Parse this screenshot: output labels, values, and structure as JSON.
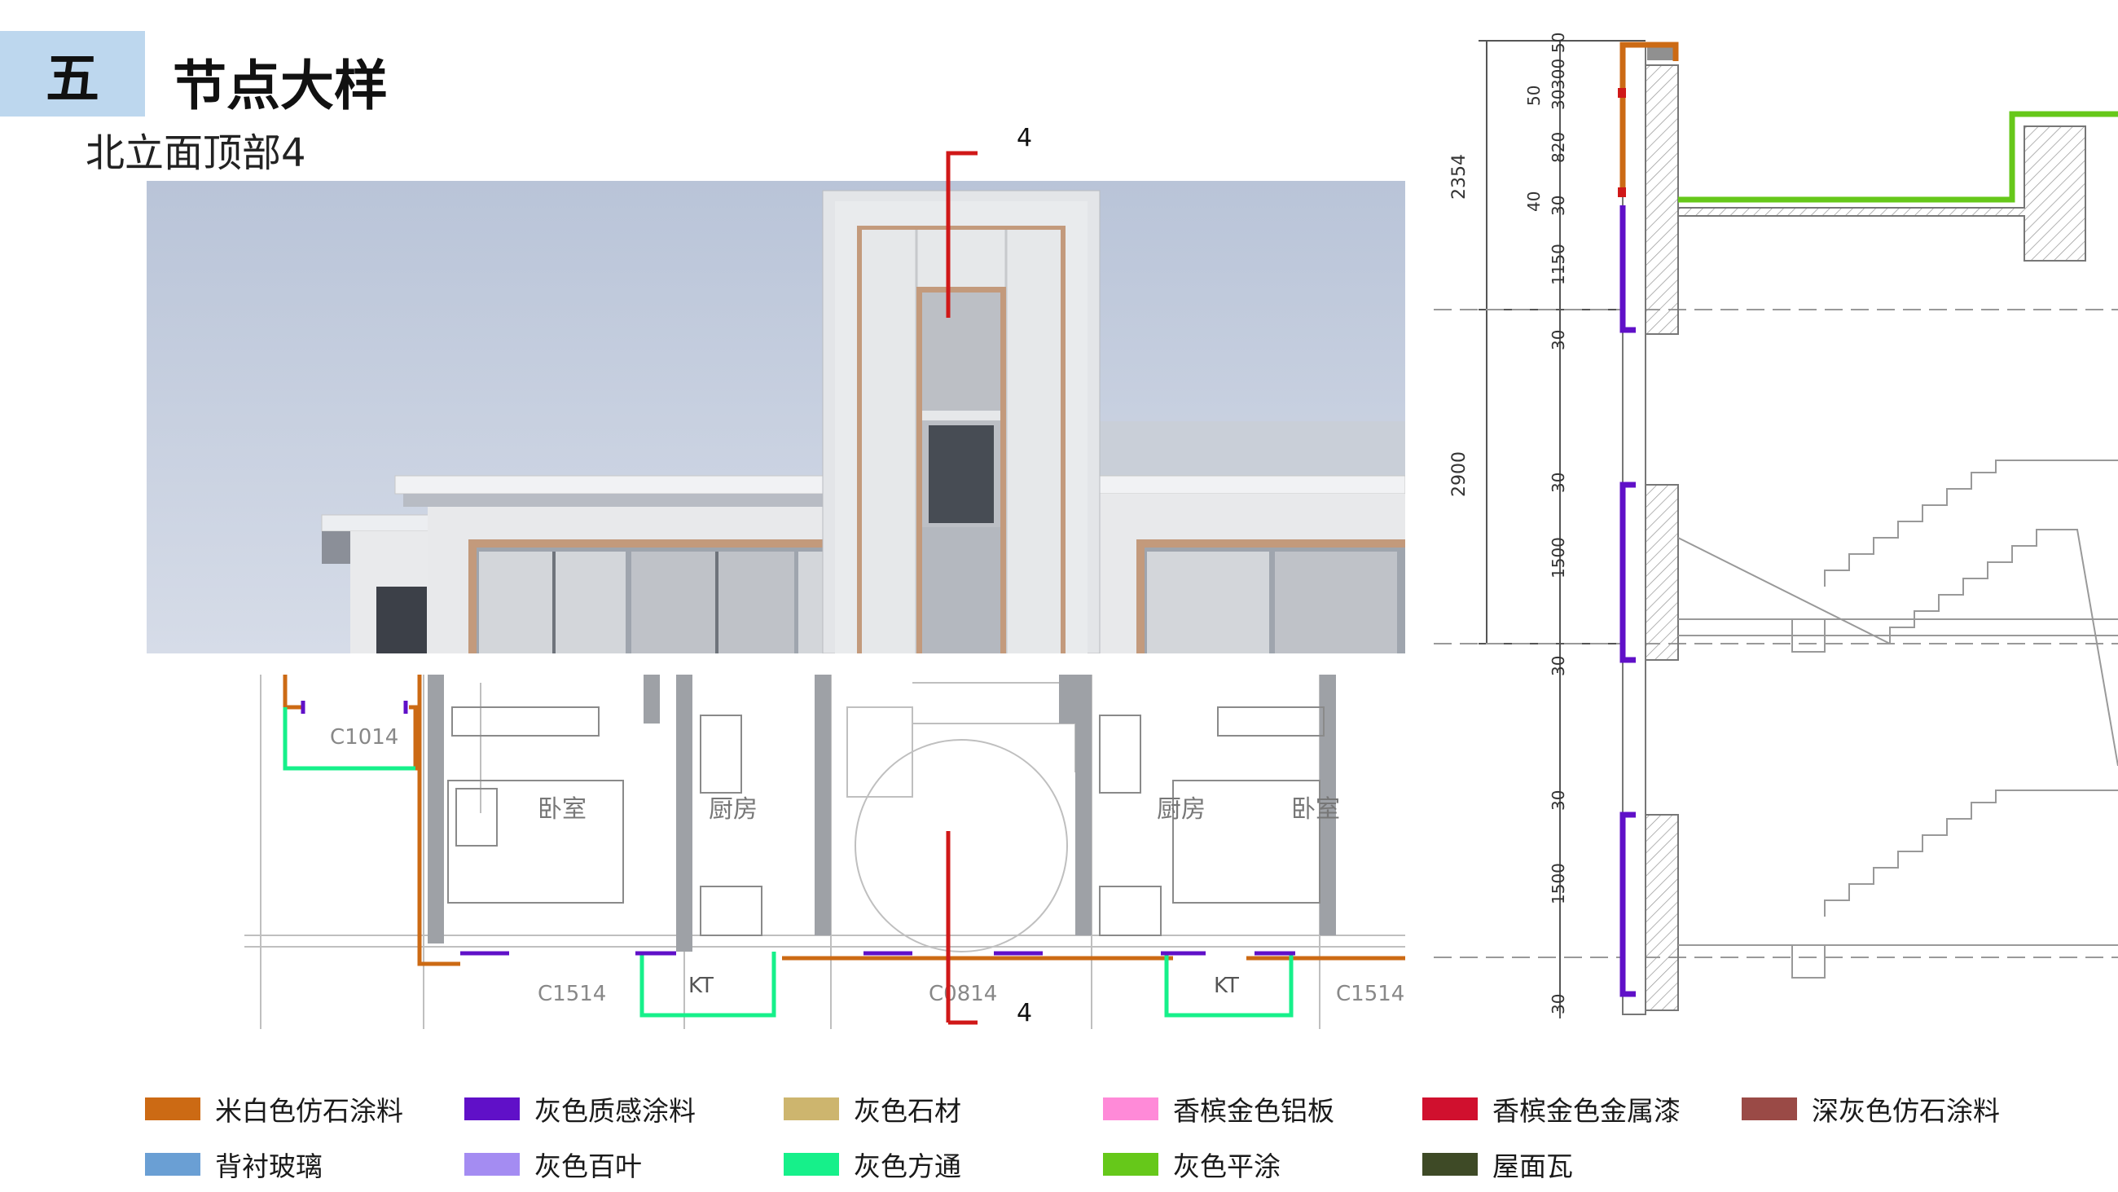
{
  "chapter": {
    "number": "五",
    "title": "节点大样"
  },
  "subtitle": "北立面顶部4",
  "section_mark": {
    "label": "4",
    "color": "#d01818"
  },
  "plan_labels": {
    "room_bedroom": "卧室",
    "room_kitchen": "厨房",
    "window_c1014": "C1014",
    "window_c1514": "C1514",
    "door_c0814": "C0814",
    "ac_kt": "KT"
  },
  "section_dims": {
    "left_stack": [
      "2354",
      "2900"
    ],
    "top_stack": [
      "50",
      "300",
      "50",
      "30",
      "820",
      "40",
      "30",
      "1150",
      "30"
    ],
    "mid_stack": [
      "30",
      "1500",
      "30"
    ],
    "low_stack": [
      "30",
      "1500",
      "30"
    ]
  },
  "legend": [
    {
      "label": "米白色仿石涂料",
      "color": "#cc6a14"
    },
    {
      "label": "灰色质感涂料",
      "color": "#6010c8"
    },
    {
      "label": "灰色石材",
      "color": "#cdb56e"
    },
    {
      "label": "香槟金色铝板",
      "color": "#ff8ad8"
    },
    {
      "label": "香槟金色金属漆",
      "color": "#d0102e"
    },
    {
      "label": "深灰色仿石涂料",
      "color": "#9a4a46"
    },
    {
      "label": "背衬玻璃",
      "color": "#6a9fd4"
    },
    {
      "label": "灰色百叶",
      "color": "#a48cf2"
    },
    {
      "label": "灰色方通",
      "color": "#16f08a"
    },
    {
      "label": "灰色平涂",
      "color": "#66c81a"
    },
    {
      "label": "屋面瓦",
      "color": "#3e4a26"
    }
  ]
}
